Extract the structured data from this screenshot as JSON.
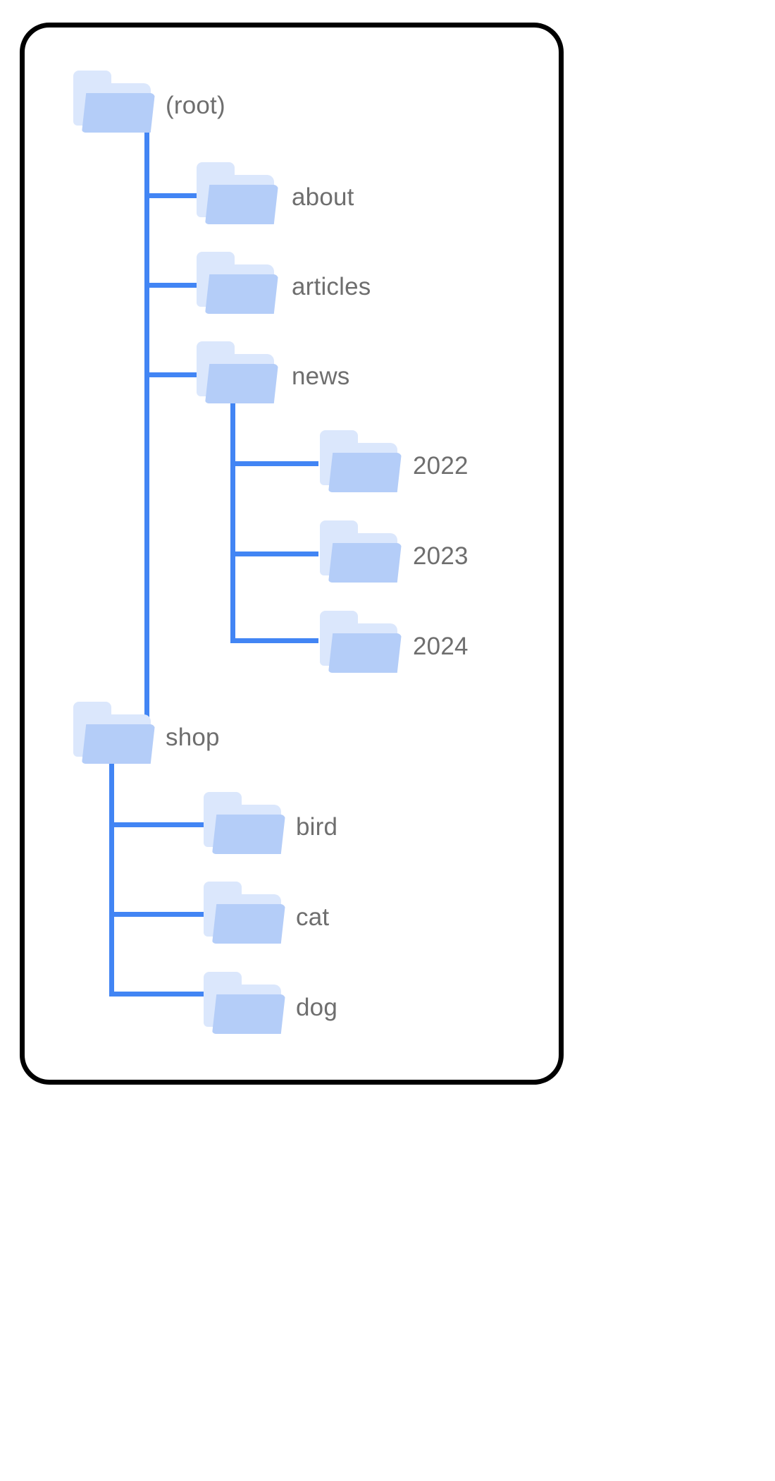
{
  "diagram": {
    "type": "folder-tree",
    "title_visible": false,
    "colors": {
      "connector": "#4285f4",
      "folder_front": "#b4cdf8",
      "folder_back": "#dbe7fc",
      "label_text": "#6e6e6e",
      "card_border": "#000000",
      "background": "#ffffff"
    },
    "icon_name": "folder-icon"
  },
  "tree": {
    "root": {
      "label": "(root)",
      "depth": 0
    },
    "nodes": [
      {
        "label": "(root)",
        "depth": 0,
        "parent": null,
        "children": [
          "about",
          "articles",
          "news",
          "shop"
        ]
      },
      {
        "label": "about",
        "depth": 1,
        "parent": "(root)",
        "children": []
      },
      {
        "label": "articles",
        "depth": 1,
        "parent": "(root)",
        "children": []
      },
      {
        "label": "news",
        "depth": 1,
        "parent": "(root)",
        "children": [
          "2022",
          "2023",
          "2024"
        ]
      },
      {
        "label": "2022",
        "depth": 2,
        "parent": "news",
        "children": []
      },
      {
        "label": "2023",
        "depth": 2,
        "parent": "news",
        "children": []
      },
      {
        "label": "2024",
        "depth": 2,
        "parent": "news",
        "children": []
      },
      {
        "label": "shop",
        "depth": 1,
        "parent": "(root)",
        "children": [
          "bird",
          "cat",
          "dog"
        ]
      },
      {
        "label": "bird",
        "depth": 2,
        "parent": "shop",
        "children": []
      },
      {
        "label": "cat",
        "depth": 2,
        "parent": "shop",
        "children": []
      },
      {
        "label": "dog",
        "depth": 2,
        "parent": "shop",
        "children": []
      }
    ],
    "labels": {
      "root": "(root)",
      "about": "about",
      "articles": "articles",
      "news": "news",
      "y2022": "2022",
      "y2023": "2023",
      "y2024": "2024",
      "shop": "shop",
      "bird": "bird",
      "cat": "cat",
      "dog": "dog"
    }
  }
}
